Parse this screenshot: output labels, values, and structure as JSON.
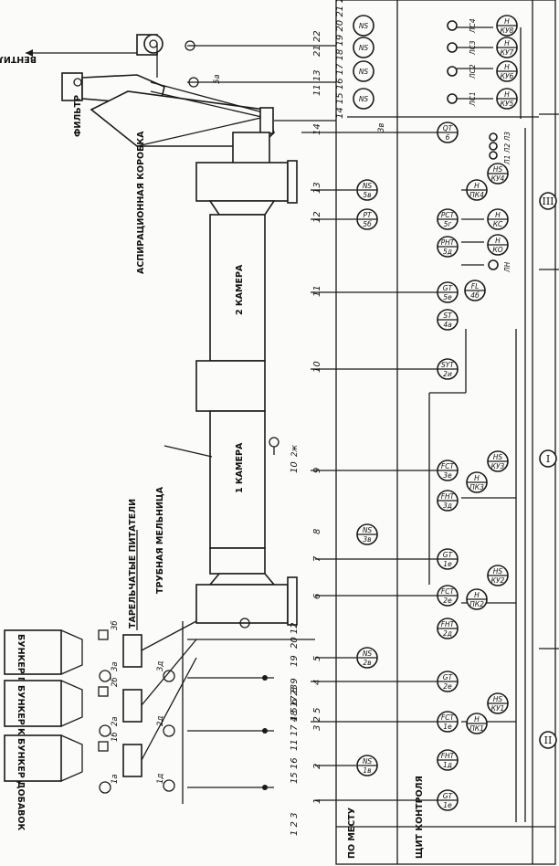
{
  "labels": {
    "fan": "ВЕНТИЛЯТОР",
    "filter": "ФИЛЬТР",
    "aspiration_box": "АСПИРАЦИОННАЯ КОРОБКА",
    "chamber2": "2 КАМЕРА",
    "chamber1": "1 КАМЕРА",
    "tube_mill": "ТРУБНАЯ МЕЛЬНИЦА",
    "plate_feeders": "ТАРЕЛЬЧАТЫЕ ПИТАТЕЛИ",
    "bunker_gypsum": "БУНКЕР ГИПСА",
    "bunker_clinker": "БУНКЕР КЛИНКЕРА",
    "bunker_additives": "БУНКЕР ДОБАВОК",
    "local_panel": "ПО МЕСТУ",
    "control_panel": "ЩИТ КОНТРОЛЯ"
  },
  "line_numbers": {
    "top_a": "21 22",
    "top_b": "11 13",
    "top_c": "14 15 16 17 18 19 20 21 22",
    "r14": "14",
    "r13": "13",
    "r12": "12",
    "r11": "11",
    "r10": "10",
    "r9": "9",
    "r8": "8",
    "r7": "7",
    "r6": "6",
    "r5": "5",
    "r4": "4",
    "r3": "3 2 5",
    "r2": "2",
    "r1": "1",
    "bot_a": "20 12",
    "bot_b": "19",
    "bot_c": "18 17 8 9",
    "bot_d": "11 17 4 5 6 23",
    "bot_e": "15 16",
    "bot_f": "1 2 3",
    "near10": "10",
    "pump": "2ж",
    "b5a": "5а",
    "f3d": "3д",
    "f3a": "3а",
    "f3b": "3б",
    "f2a": "2а",
    "f2b": "2б",
    "f2d": "2д",
    "f1a": "1а",
    "f1b": "1б",
    "f1d": "1д",
    "tag3a_local": "3в"
  },
  "instruments": {
    "i22": {
      "top": "NS",
      "bottom": ""
    },
    "i20": {
      "top": "NS",
      "bottom": ""
    },
    "i18": {
      "top": "NS",
      "bottom": ""
    },
    "i16": {
      "top": "NS",
      "bottom": ""
    },
    "i14": {
      "top": "QT",
      "bottom": "6"
    },
    "i13": {
      "top": "NS",
      "bottom": "5в"
    },
    "i12": {
      "top": "PT",
      "bottom": "5б"
    },
    "i12b": {
      "top": "PCT",
      "bottom": "5г"
    },
    "i12c": {
      "top": "PHT",
      "bottom": "5д"
    },
    "i11": {
      "top": "GT",
      "bottom": "5е"
    },
    "i10": {
      "top": "ST",
      "bottom": "4а"
    },
    "i10b": {
      "top": "SYT",
      "bottom": "2и"
    },
    "i9": {
      "top": "FCT",
      "bottom": "3е"
    },
    "i9b": {
      "top": "FHT",
      "bottom": "3д"
    },
    "i8": {
      "top": "NS",
      "bottom": "3в"
    },
    "i7": {
      "top": "GT",
      "bottom": "1е"
    },
    "i6": {
      "top": "FCT",
      "bottom": "2е"
    },
    "i6b": {
      "top": "FHT",
      "bottom": "2д"
    },
    "i5": {
      "top": "NS",
      "bottom": "2в"
    },
    "i4": {
      "top": "GT",
      "bottom": "2е"
    },
    "i3": {
      "top": "FCT",
      "bottom": "1е"
    },
    "i3b": {
      "top": "FHT",
      "bottom": "1д"
    },
    "i2": {
      "top": "NS",
      "bottom": "1в"
    },
    "i1": {
      "top": "GT",
      "bottom": "1е"
    },
    "fl": {
      "top": "FL",
      "bottom": "4б"
    }
  },
  "switches": {
    "lc4": {
      "top": "H",
      "bottom": "КУ8",
      "lamp": "ЛС4"
    },
    "lc3": {
      "top": "H",
      "bottom": "КУ7",
      "lamp": "ЛС3"
    },
    "lc2": {
      "top": "H",
      "bottom": "КУ6",
      "lamp": "ЛС2"
    },
    "lc1": {
      "top": "H",
      "bottom": "КУ5",
      "lamp": "ЛС1"
    },
    "k13": {
      "top": "HS",
      "bottom": "КУ4"
    },
    "k13b": {
      "top": "H",
      "bottom": "ПК4"
    },
    "kc": {
      "top": "H",
      "bottom": "КС"
    },
    "ko": {
      "top": "H",
      "bottom": "КО"
    },
    "k9": {
      "top": "HS",
      "bottom": "КУ3"
    },
    "k9b": {
      "top": "H",
      "bottom": "ПК3"
    },
    "k6": {
      "top": "HS",
      "bottom": "КУ2"
    },
    "k6b": {
      "top": "H",
      "bottom": "ПК2"
    },
    "k3": {
      "top": "HS",
      "bottom": "КУ1"
    },
    "k3b": {
      "top": "H",
      "bottom": "ПК1"
    }
  },
  "lamps_text": {
    "lamp_group": "Л1 Л2 Л3",
    "lh": "ЛН"
  },
  "sections": {
    "s1": "I",
    "s2": "II",
    "s3": "III"
  },
  "colors": {
    "ink": "#1a1a1a",
    "paper": "#fbfbf9"
  }
}
